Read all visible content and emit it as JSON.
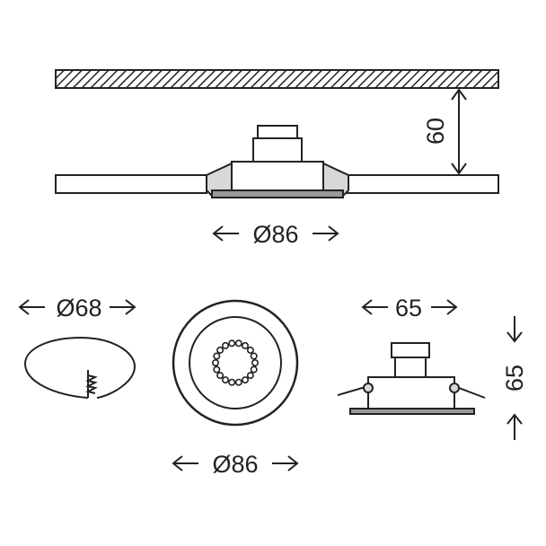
{
  "dimensions": {
    "mount_depth": "60",
    "fixture_diameter_top": "Ø86",
    "cutout_diameter": "Ø68",
    "fixture_diameter_bottom": "Ø86",
    "width": "65",
    "height": "65"
  },
  "colors": {
    "line": "#222222",
    "grey_fill": "#9a9a9a",
    "light_fill": "#d8d8d8",
    "background": "#ffffff"
  }
}
